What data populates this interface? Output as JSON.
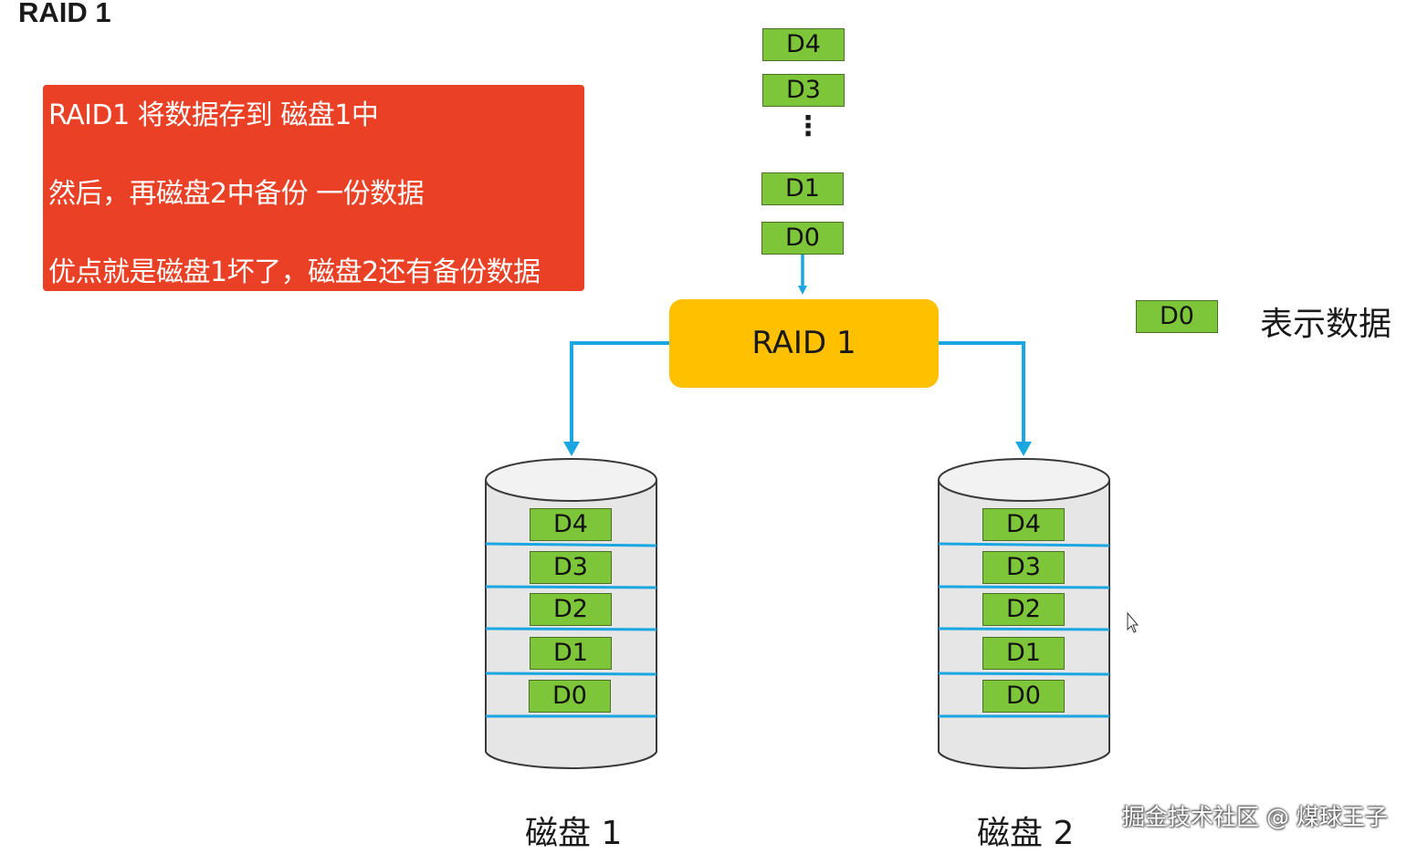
{
  "title": "RAID 1",
  "note": {
    "line1": "RAID1 将数据存到 磁盘1中",
    "line2": "然后，再磁盘2中备份 一份数据",
    "line3": "优点就是磁盘1坏了，磁盘2还有备份数据"
  },
  "incoming_blocks": [
    "D4",
    "D3",
    "⋮",
    "D1",
    "D0"
  ],
  "controller_label": "RAID 1",
  "legend": {
    "sample_block": "D0",
    "label": "表示数据"
  },
  "disks": [
    {
      "label": "磁盘 1",
      "blocks": [
        "D4",
        "D3",
        "D2",
        "D1",
        "D0"
      ]
    },
    {
      "label": "磁盘 2",
      "blocks": [
        "D4",
        "D3",
        "D2",
        "D1",
        "D0"
      ]
    }
  ],
  "watermark": "掘金技术社区 @ 煤球王子",
  "colors": {
    "note_bg": "#ea4126",
    "block_fill": "#7dc63a",
    "controller_fill": "#ffc000",
    "arrow": "#1aa6e0",
    "disk_fill": "#e6e6e6"
  }
}
